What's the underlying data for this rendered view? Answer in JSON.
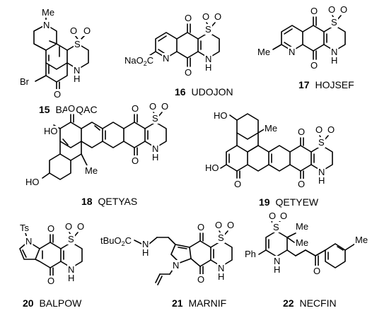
{
  "compounds": [
    {
      "number": "15",
      "name": "BAHQAC",
      "atoms": {
        "me": "Me",
        "n": "N",
        "s": "S",
        "o1": "O",
        "o2": "O",
        "br": "Br",
        "o3": "O",
        "nh_n": "N",
        "nh_h": "H"
      }
    },
    {
      "number": "16",
      "name": "UDOJON",
      "atoms": {
        "o1": "O",
        "s": "S",
        "o2": "O",
        "o3": "O",
        "na": "NaO",
        "na_sub": "2",
        "na_c": "C",
        "n": "N",
        "o4": "O",
        "nh_n": "N",
        "nh_h": "H"
      }
    },
    {
      "number": "17",
      "name": "HOJSEF",
      "atoms": {
        "o1": "O",
        "s": "S",
        "o2": "O",
        "o3": "O",
        "me": "Me",
        "n": "N",
        "o4": "O",
        "nh_n": "N",
        "nh_h": "H"
      }
    },
    {
      "number": "18",
      "name": "QETYAS",
      "atoms": {
        "ho": "HO",
        "o1": "O",
        "o2": "O",
        "s": "S",
        "o3": "O",
        "o4": "O",
        "me": "Me",
        "ho2": "HO",
        "nh_n": "N",
        "nh_h": "H"
      }
    },
    {
      "number": "19",
      "name": "QETYEW",
      "atoms": {
        "ho": "HO",
        "me": "Me",
        "o1": "O",
        "s": "S",
        "o2": "O",
        "o3": "O",
        "ho2": "HO",
        "o4": "O",
        "o5": "O",
        "nh_n": "N",
        "nh_h": "H"
      }
    },
    {
      "number": "20",
      "name": "BALPOW",
      "atoms": {
        "ts": "Ts",
        "n": "N",
        "o1": "O",
        "s": "S",
        "o2": "O",
        "o3": "O",
        "o4": "O",
        "nh_n": "N",
        "nh_h": "H"
      }
    },
    {
      "number": "21",
      "name": "MARNIF",
      "atoms": {
        "tbu": "tBuO",
        "tbu_sub": "2",
        "tbu_c": "C",
        "nh_n": "N",
        "nh_h": "H",
        "o1": "O",
        "s": "S",
        "o2": "O",
        "o3": "O",
        "n": "N",
        "o4": "O",
        "nh2_n": "N",
        "nh2_h": "H"
      }
    },
    {
      "number": "22",
      "name": "NECFIN",
      "atoms": {
        "o1": "O",
        "s": "S",
        "o2": "O",
        "me1": "Me",
        "me2": "Me",
        "ph": "Ph",
        "nh_n": "N",
        "nh_h": "H",
        "o3": "O",
        "me3": "Me"
      }
    }
  ]
}
